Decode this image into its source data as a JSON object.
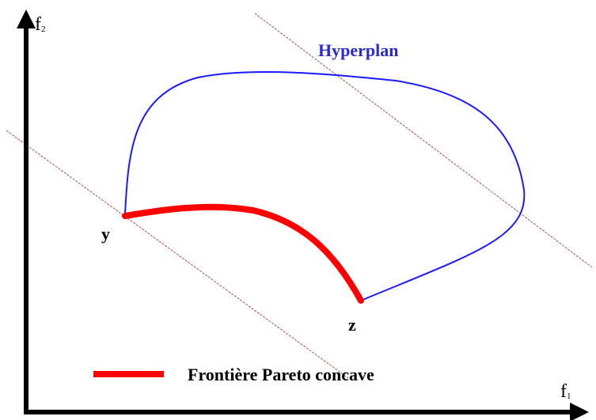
{
  "axes": {
    "y_label_main": "f",
    "y_label_sub": "2",
    "x_label_main": "f",
    "x_label_sub": "1"
  },
  "labels": {
    "hyperplan": "Hyperplan",
    "point_y": "y",
    "point_z": "z"
  },
  "legend": {
    "label": "Frontière Pareto concave"
  },
  "colors": {
    "axis": "#000000",
    "region_outline": "#1a1aff",
    "pareto_front": "#ff0000",
    "hyperplane": "#b05050",
    "hyperplan_text": "#2a2ad4",
    "text": "#000000"
  }
}
